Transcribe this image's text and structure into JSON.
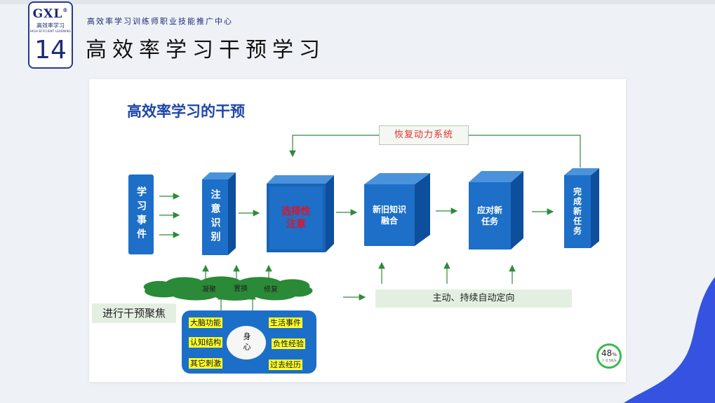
{
  "header": {
    "logo_brand": "GXL",
    "logo_reg": "®",
    "logo_cn": "高效率学习",
    "logo_en": "HIGH EFFICIENT LEARNING",
    "page_number": "14",
    "subtitle": "高效率学习训练师职业技能推广中心",
    "title": "高效率学习干预学习"
  },
  "diagram": {
    "title": "高效率学习的干预",
    "feedback_label": "恢复动力系统",
    "steps": {
      "event": "学习事件",
      "attention": "注意识别",
      "selective": "选择性注意",
      "fusion": "新旧知识融合",
      "task": "应对新任务",
      "complete": "完成新任务"
    },
    "cloud_labels": [
      "凝聚",
      "置换",
      "修复"
    ],
    "goal_label": "主动、持续自动定向",
    "focus_label": "进行干预聚焦",
    "mind": {
      "center": "身心",
      "left": [
        "大脑功能",
        "认知结构",
        "其它刺激"
      ],
      "right": [
        "生活事件",
        "负性经验",
        "过去经历"
      ]
    }
  },
  "speed_widget": {
    "percent": "48",
    "percent_unit": "%",
    "rate": "↑ 0.5K/s"
  },
  "colors": {
    "accent": "#1d6fc7",
    "title_blue": "#1d46a8",
    "brand": "#1d2a78",
    "highlight": "#ffff2a",
    "arrow_green": "#2e8b3a"
  }
}
